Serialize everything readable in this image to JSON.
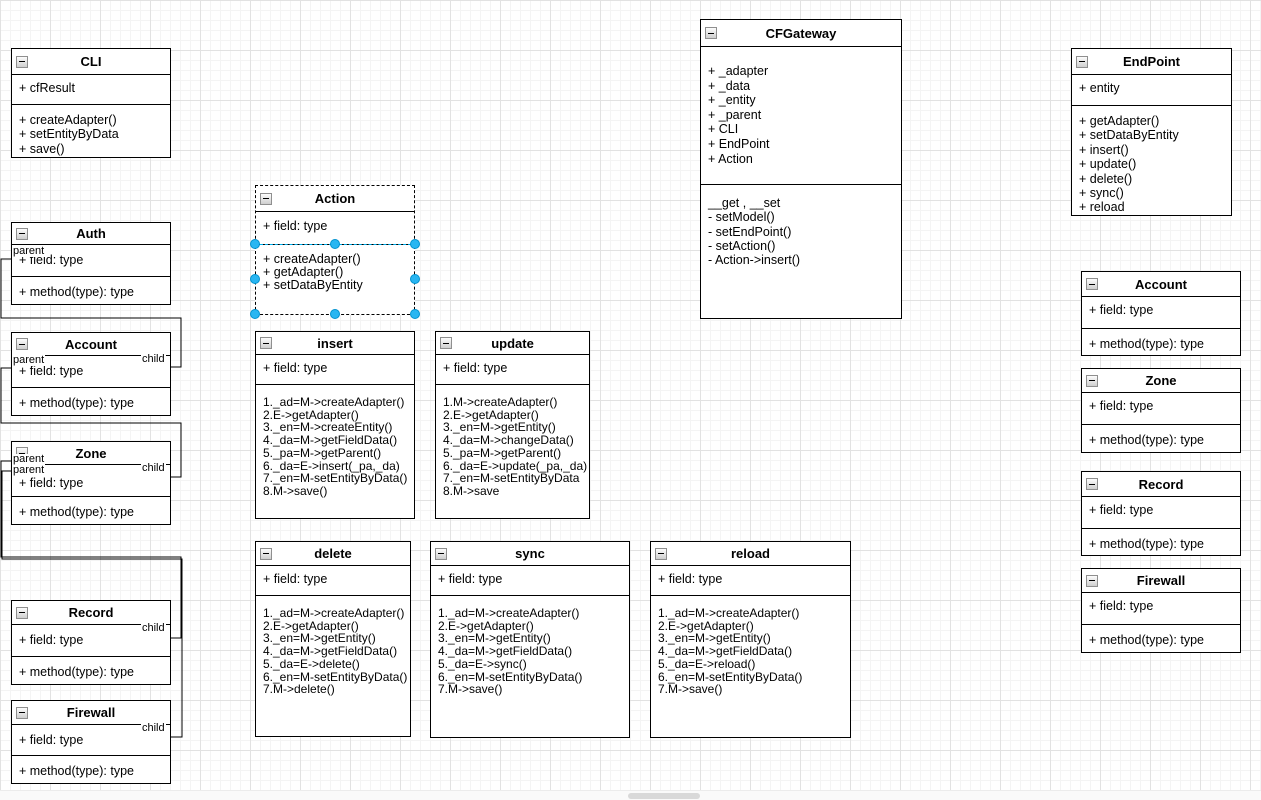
{
  "canvas": {
    "background": "#ffffff",
    "grid_minor_color": "#f4f4f4",
    "grid_major_color": "#e2e2e2",
    "selection_handle_color": "#29b6f2",
    "selection_line_color": "#00b0f0"
  },
  "classes": {
    "cli": {
      "title": "CLI",
      "attrs": [
        "+ cfResult"
      ],
      "methods": [
        "+ createAdapter()",
        "+ setEntityByData",
        "+ save()"
      ]
    },
    "auth": {
      "title": "Auth",
      "attrs": [
        "+ field: type"
      ],
      "methods": [
        "+ method(type): type"
      ]
    },
    "account_l": {
      "title": "Account",
      "attrs": [
        "+ field: type"
      ],
      "methods": [
        "+ method(type): type"
      ]
    },
    "zone_l": {
      "title": "Zone",
      "attrs": [
        "+ field: type"
      ],
      "methods": [
        "+ method(type): type"
      ]
    },
    "record_l": {
      "title": "Record",
      "attrs": [
        "+ field: type"
      ],
      "methods": [
        "+ method(type): type"
      ]
    },
    "firewall_l": {
      "title": "Firewall",
      "attrs": [
        "+ field: type"
      ],
      "methods": [
        "+ method(type): type"
      ]
    },
    "action": {
      "title": "Action",
      "attrs": [
        "+ field: type"
      ],
      "methods": [
        "+ createAdapter()",
        "+ getAdapter()",
        "+ setDataByEntity"
      ]
    },
    "insert": {
      "title": "insert",
      "attrs": [
        "+ field: type"
      ],
      "methods": [
        "1._ad=M->createAdapter()",
        "2.E->getAdapter()",
        "3._en=M->createEntity()",
        "4._da=M->getFieldData()",
        "5._pa=M->getParent()",
        "6._da=E->insert(_pa,_da)",
        "7._en=M-setEntityByData()",
        "8.M->save()"
      ]
    },
    "update": {
      "title": "update",
      "attrs": [
        "+ field: type"
      ],
      "methods": [
        "1.M->createAdapter()",
        "2.E->getAdapter()",
        "3._en=M->getEntity()",
        "4._da=M->changeData()",
        "5._pa=M->getParent()",
        "6._da=E->update(_pa,_da)",
        "7._en=M-setEntityByData",
        "8.M->save"
      ]
    },
    "delete": {
      "title": "delete",
      "attrs": [
        "+ field: type"
      ],
      "methods": [
        "1._ad=M->createAdapter()",
        "2.E->getAdapter()",
        "3._en=M->getEntity()",
        "4._da=M->getFieldData()",
        "5._da=E->delete()",
        "6._en=M-setEntityByData()",
        "7.M->delete()"
      ]
    },
    "sync": {
      "title": "sync",
      "attrs": [
        "+ field: type"
      ],
      "methods": [
        "1._ad=M->createAdapter()",
        "2.E->getAdapter()",
        "3._en=M->getEntity()",
        "4._da=M->getFieldData()",
        "5._da=E->sync()",
        "6._en=M-setEntityByData()",
        "7.M->save()"
      ]
    },
    "reload": {
      "title": "reload",
      "attrs": [
        "+ field: type"
      ],
      "methods": [
        "1._ad=M->createAdapter()",
        "2.E->getAdapter()",
        "3._en=M->getEntity()",
        "4._da=M->getFieldData()",
        "5._da=E->reload()",
        "6._en=M-setEntityByData()",
        "7.M->save()"
      ]
    },
    "cfgateway": {
      "title": "CFGateway",
      "attrs": [
        "+ _adapter",
        "+ _data",
        "+ _entity",
        "+ _parent",
        "+ CLI",
        "+ EndPoint",
        "+ Action"
      ],
      "methods": [
        "__get , __set",
        "- setModel()",
        "- setEndPoint()",
        "- setAction()",
        "- Action->insert()"
      ]
    },
    "endpoint": {
      "title": "EndPoint",
      "attrs": [
        "+ entity"
      ],
      "methods": [
        "+ getAdapter()",
        "+ setDataByEntity",
        "+ insert()",
        "+ update()",
        "+ delete()",
        "+ sync()",
        "+ reload"
      ]
    },
    "account_r": {
      "title": "Account",
      "attrs": [
        "+ field: type"
      ],
      "methods": [
        "+ method(type): type"
      ]
    },
    "zone_r": {
      "title": "Zone",
      "attrs": [
        "+ field: type"
      ],
      "methods": [
        "+ method(type): type"
      ]
    },
    "record_r": {
      "title": "Record",
      "attrs": [
        "+ field: type"
      ],
      "methods": [
        "+ method(type): type"
      ]
    },
    "firewall_r": {
      "title": "Firewall",
      "attrs": [
        "+ field: type"
      ],
      "methods": [
        "+ method(type): type"
      ]
    }
  },
  "edge_labels": {
    "parent": "parent",
    "child": "child"
  }
}
